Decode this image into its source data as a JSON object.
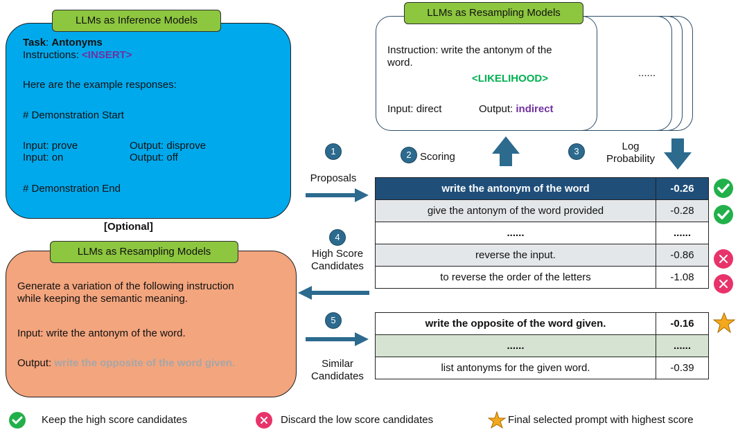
{
  "inference": {
    "tag": "LLMs as Inference Models",
    "task_label": "Task",
    "task_sep": ": ",
    "task_value": "Antonyms",
    "instructions_label": "Instructions: ",
    "instructions_value": "<INSERT>",
    "examples_intro": "Here are the example responses:",
    "demo_start": "# Demonstration Start",
    "demos": [
      {
        "input": "Input: prove",
        "output": "Output: disprove"
      },
      {
        "input": "Input: on",
        "output": "Output: off"
      }
    ],
    "demo_end": "# Demonstration End"
  },
  "optional_label": "[Optional]",
  "resampling_variation": {
    "tag": "LLMs as Resampling Models",
    "prompt_line1": "Generate a variation of the following instruction",
    "prompt_line2": "while keeping the semantic meaning.",
    "input": "Input: write the antonym of the word.",
    "output_label": "Output: ",
    "output_value": "write the opposite of the word given."
  },
  "resampling_scoring": {
    "tag": "LLMs as Resampling Models",
    "instruction_line1": "Instruction: write the antonym of the",
    "instruction_line2": "word.",
    "likelihood": "<LIKELIHOOD>",
    "input": "Input: direct",
    "output_label": "Output: ",
    "output_value": "indirect",
    "ellipsis": "......"
  },
  "steps": {
    "s1_num": "1",
    "s1_label": "Proposals",
    "s2_num": "2",
    "s2_label": "Scoring",
    "s3_num": "3",
    "s3_label_line1": "Log",
    "s3_label_line2": "Probability",
    "s4_num": "4",
    "s4_label_line1": "High Score",
    "s4_label_line2": "Candidates",
    "s5_num": "5",
    "s5_label_line1": "Similar",
    "s5_label_line2": "Candidates"
  },
  "candidates": [
    {
      "text": "write the antonym of the word",
      "score": "-0.26",
      "mark": "check"
    },
    {
      "text": "give the antonym of the word provided",
      "score": "-0.28",
      "mark": "check"
    },
    {
      "text": "......",
      "score": "......",
      "mark": ""
    },
    {
      "text": "reverse the input.",
      "score": "-0.86",
      "mark": "cross"
    },
    {
      "text": "to reverse the order of the letters",
      "score": "-1.08",
      "mark": "cross"
    }
  ],
  "similar": [
    {
      "text": "write the opposite of the word given.",
      "score": "-0.16",
      "mark": "star"
    },
    {
      "text": "......",
      "score": "......",
      "mark": ""
    },
    {
      "text": "list antonyms for the given word.",
      "score": "-0.39",
      "mark": ""
    }
  ],
  "legend": {
    "keep": "Keep the high score candidates",
    "discard": "Discard the low score candidates",
    "final": "Final selected prompt with highest score"
  },
  "colors": {
    "blue_box": "#00a9ec",
    "orange_box": "#f3a57e",
    "green_tag": "#8dc63f",
    "header_row": "#1f4e79",
    "purple": "#7030a0",
    "green_text": "#00b050",
    "check": "#22b04b",
    "cross": "#e8336a",
    "star": "#f4a81d",
    "arrow": "#2c6a8e"
  }
}
